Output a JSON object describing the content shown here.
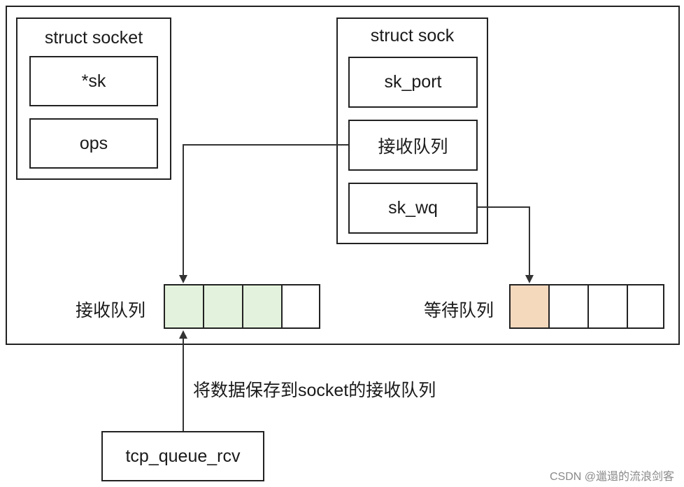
{
  "struct_socket": {
    "title": "struct socket",
    "fields": [
      "*sk",
      "ops"
    ]
  },
  "struct_sock": {
    "title": "struct sock",
    "fields": [
      "sk_port",
      "接收队列",
      "sk_wq"
    ]
  },
  "receive_queue": {
    "label": "接收队列",
    "slots": [
      true,
      true,
      true,
      false
    ],
    "filled_color": "#e3f2dc"
  },
  "wait_queue": {
    "label": "等待队列",
    "slots": [
      true,
      false,
      false,
      false
    ],
    "filled_color": "#f4d9bd"
  },
  "annotation": "将数据保存到socket的接收队列",
  "tcp_func": "tcp_queue_rcv",
  "watermark": "CSDN @邋遢的流浪剑客"
}
